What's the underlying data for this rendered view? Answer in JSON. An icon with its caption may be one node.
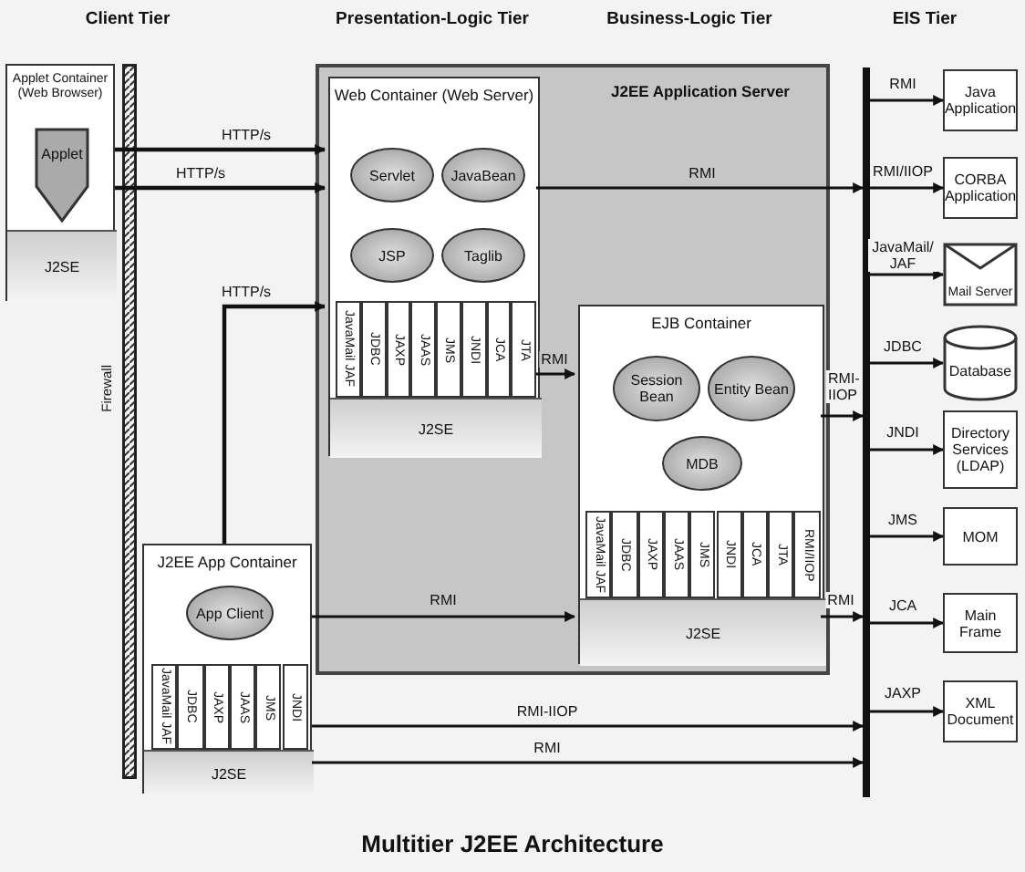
{
  "diagram": {
    "caption": "Multitier J2EE Architecture",
    "nodes": [
      {
        "text": [
          "Applet Container (Web Browser)"
        ]
      },
      {
        "text": [
          "Applet"
        ],
        "in": 0
      },
      {
        "text": [
          "J2SE"
        ],
        "in": 0
      },
      {
        "text": [
          "Firewall"
        ]
      },
      {
        "text": [
          "J2EE Application Server"
        ]
      },
      {
        "text": [
          "Web Container (Web Server)"
        ],
        "in": 4
      },
      {
        "text": [
          "Servlet"
        ],
        "in": 5
      },
      {
        "text": [
          "JavaBean"
        ],
        "in": 5
      },
      {
        "text": [
          "JSP"
        ],
        "in": 5
      },
      {
        "text": [
          "Taglib"
        ],
        "in": 5
      },
      {
        "text": [
          "JavaMail JAF"
        ],
        "in": 5
      },
      {
        "text": [
          "JDBC"
        ],
        "in": 5
      },
      {
        "text": [
          "JAXP"
        ],
        "in": 5
      },
      {
        "text": [
          "JAAS"
        ],
        "in": 5
      },
      {
        "text": [
          "JMS"
        ],
        "in": 5
      },
      {
        "text": [
          "JNDI"
        ],
        "in": 5
      },
      {
        "text": [
          "JCA"
        ],
        "in": 5
      },
      {
        "text": [
          "JTA"
        ],
        "in": 5
      },
      {
        "text": [
          "J2SE"
        ],
        "in": 5
      },
      {
        "text": [
          "EJB Container"
        ],
        "in": 4
      },
      {
        "text": [
          "Session Bean"
        ],
        "in": 19
      },
      {
        "text": [
          "Entity Bean"
        ],
        "in": 19
      },
      {
        "text": [
          "MDB"
        ],
        "in": 19
      },
      {
        "text": [
          "JavaMail JAF"
        ],
        "in": 19
      },
      {
        "text": [
          "JDBC"
        ],
        "in": 19
      },
      {
        "text": [
          "JAXP"
        ],
        "in": 19
      },
      {
        "text": [
          "JAAS"
        ],
        "in": 19
      },
      {
        "text": [
          "JMS"
        ],
        "in": 19
      },
      {
        "text": [
          "JNDI"
        ],
        "in": 19
      },
      {
        "text": [
          "JCA"
        ],
        "in": 19
      },
      {
        "text": [
          "JTA"
        ],
        "in": 19
      },
      {
        "text": [
          "RMI/IIOP"
        ],
        "in": 19
      },
      {
        "text": [
          "J2SE"
        ],
        "in": 19
      },
      {
        "text": [
          "J2EE App Container"
        ]
      },
      {
        "text": [
          "App Client"
        ],
        "in": 33
      },
      {
        "text": [
          "JavaMail JAF"
        ],
        "in": 33
      },
      {
        "text": [
          "JDBC"
        ],
        "in": 33
      },
      {
        "text": [
          "JAXP"
        ],
        "in": 33
      },
      {
        "text": [
          "JAAS"
        ],
        "in": 33
      },
      {
        "text": [
          "JMS"
        ],
        "in": 33
      },
      {
        "text": [
          "JNDI"
        ],
        "in": 33
      },
      {
        "text": [
          "J2SE"
        ],
        "in": 33
      },
      {
        "text": [],
        "shape": "bar"
      },
      {
        "text": [
          "Java Application"
        ]
      },
      {
        "text": [
          "CORBA Application"
        ]
      },
      {
        "text": [
          "Mail Server"
        ]
      },
      {
        "text": [
          "Database"
        ]
      },
      {
        "text": [
          "Directory Services (LDAP)"
        ]
      },
      {
        "text": [
          "MOM"
        ]
      },
      {
        "text": [
          "Main Frame"
        ]
      },
      {
        "text": [
          "XML Document"
        ]
      }
    ],
    "edges": [
      {
        "from": 0,
        "to": 5,
        "arrow": "to",
        "label": "HTTP/s"
      },
      {
        "from": 0,
        "to": 5,
        "arrow": "to",
        "label": "HTTP/s"
      },
      {
        "from": 33,
        "to": 5,
        "arrow": "to",
        "label": "HTTP/s"
      },
      {
        "from": 5,
        "to": 42,
        "arrow": "to",
        "label": "RMI"
      },
      {
        "from": 5,
        "to": 19,
        "arrow": "to",
        "label": "RMI"
      },
      {
        "from": 19,
        "to": 42,
        "arrow": "to",
        "label": "RMI- IIOP"
      },
      {
        "from": 33,
        "to": 19,
        "arrow": "to",
        "label": "RMI"
      },
      {
        "from": 19,
        "to": 42,
        "arrow": "to",
        "label": "RMI"
      },
      {
        "from": 33,
        "to": 42,
        "arrow": "to",
        "label": "RMI-IIOP"
      },
      {
        "from": 33,
        "to": 42,
        "arrow": "to",
        "label": "RMI"
      },
      {
        "from": 42,
        "to": 43,
        "arrow": "to",
        "label": "RMI"
      },
      {
        "from": 42,
        "to": 44,
        "arrow": "to",
        "label": "RMI/IIOP"
      },
      {
        "from": 42,
        "to": 45,
        "arrow": "to",
        "label": "JavaMail/ JAF"
      },
      {
        "from": 42,
        "to": 46,
        "arrow": "to",
        "label": "JDBC"
      },
      {
        "from": 42,
        "to": 47,
        "arrow": "to",
        "label": "JNDI"
      },
      {
        "from": 42,
        "to": 48,
        "arrow": "to",
        "label": "JMS"
      },
      {
        "from": 42,
        "to": 49,
        "arrow": "to",
        "label": "JCA"
      },
      {
        "from": 42,
        "to": 50,
        "arrow": "to",
        "label": "JAXP"
      }
    ],
    "labels": [
      "Client Tier",
      "Presentation-Logic Tier",
      "Business-Logic Tier",
      "EIS Tier"
    ]
  }
}
